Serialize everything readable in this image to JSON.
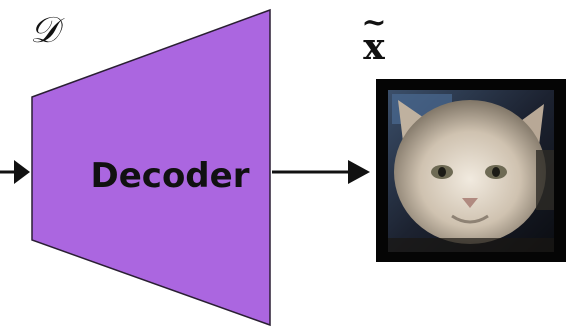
{
  "decoder": {
    "symbol": "𝒟",
    "label": "Decoder",
    "fill_color": "#ab66e0",
    "stroke_color": "#2a1f33"
  },
  "output": {
    "symbol": "x",
    "accent": "~",
    "image_description_icon": "cat-photo"
  },
  "arrow_color": "#111111"
}
